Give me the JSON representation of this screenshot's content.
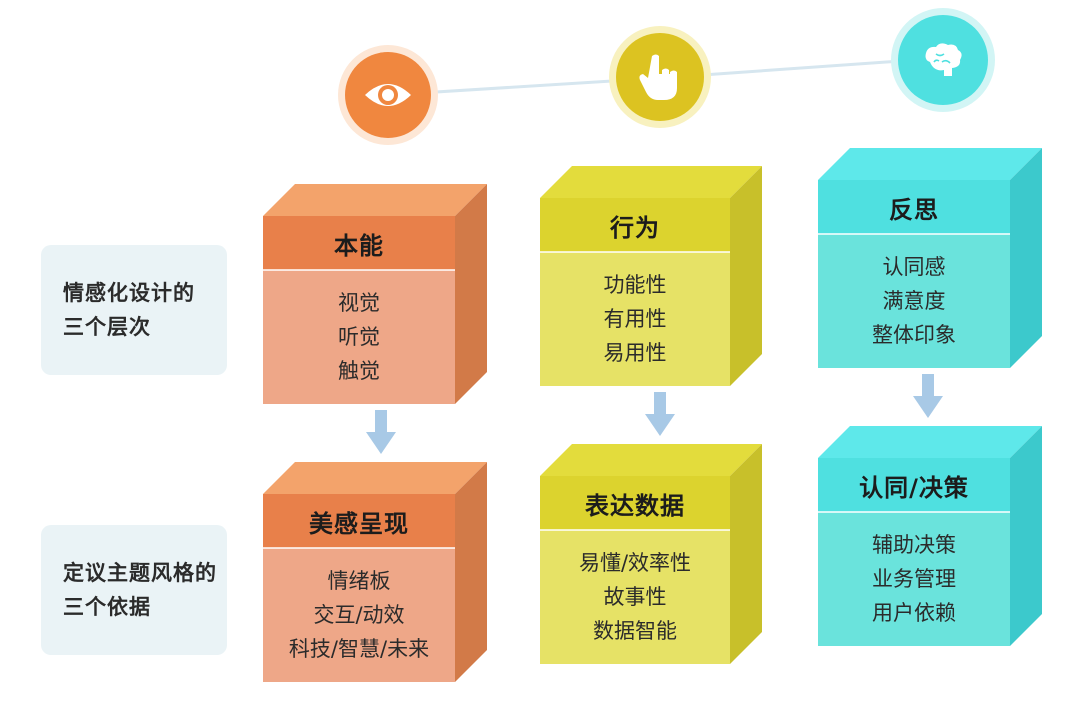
{
  "side_labels": [
    {
      "text": "情感化设计的\n三个层次"
    },
    {
      "text": "定议主题风格的\n三个依据"
    }
  ],
  "columns": [
    {
      "icon": "eye-icon",
      "color": "#f0873f",
      "top": {
        "title": "本能",
        "lines": [
          "视觉",
          "听觉",
          "触觉"
        ]
      },
      "bottom": {
        "title": "美感呈现",
        "lines": [
          "情绪板",
          "交互/动效",
          "科技/智慧/未来"
        ]
      }
    },
    {
      "icon": "pointing-hand-icon",
      "color": "#dfd32b",
      "top": {
        "title": "行为",
        "lines": [
          "功能性",
          "有用性",
          "易用性"
        ]
      },
      "bottom": {
        "title": "表达数据",
        "lines": [
          "易懂/效率性",
          "故事性",
          "数据智能"
        ]
      }
    },
    {
      "icon": "brain-icon",
      "color": "#4fe0e0",
      "top": {
        "title": "反思",
        "lines": [
          "认同感",
          "满意度",
          "整体印象"
        ]
      },
      "bottom": {
        "title": "认同/决策",
        "lines": [
          "辅助决策",
          "业务管理",
          "用户依赖"
        ]
      }
    }
  ]
}
